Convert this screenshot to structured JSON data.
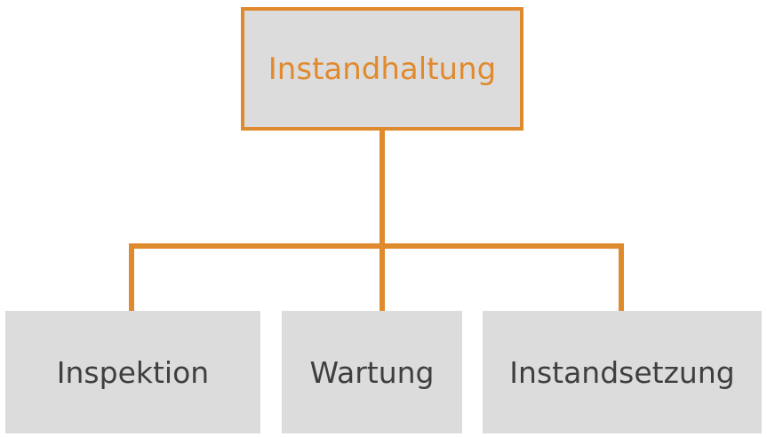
{
  "diagram": {
    "root": {
      "label": "Instandhaltung"
    },
    "children": [
      {
        "label": "Inspektion"
      },
      {
        "label": "Wartung"
      },
      {
        "label": "Instandsetzung"
      }
    ],
    "colors": {
      "accent": "#e08a2e",
      "box_fill": "#dcdcdc",
      "child_text": "#3f3f3f"
    }
  }
}
